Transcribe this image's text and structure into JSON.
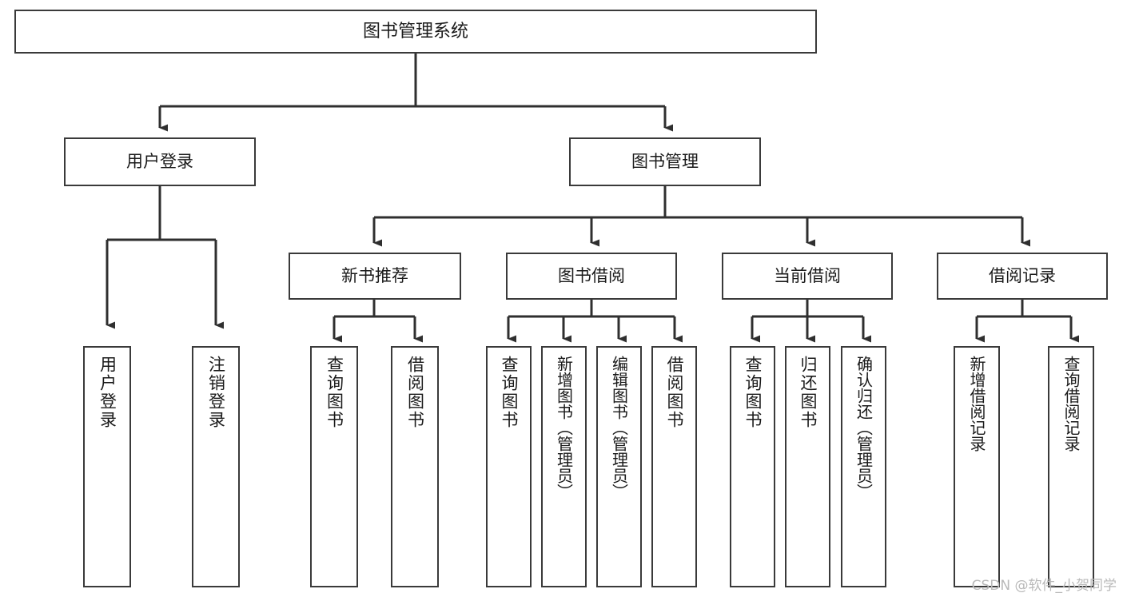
{
  "diagram": {
    "title": "图书管理系统",
    "type": "hierarchy-tree",
    "watermark": "CSDN @软件_小贺同学",
    "colors": {
      "background": "#ffffff",
      "box_border": "#3a3a3a",
      "connector": "#2f2f2f",
      "text": "#1a1a1a",
      "watermark": "#b9b9b9"
    },
    "nodes": {
      "root": {
        "label": "图书管理系统"
      },
      "level1": [
        {
          "label": "用户登录"
        },
        {
          "label": "图书管理"
        }
      ],
      "level2": [
        {
          "label": "新书推荐"
        },
        {
          "label": "图书借阅"
        },
        {
          "label": "当前借阅"
        },
        {
          "label": "借阅记录"
        }
      ],
      "leaves": {
        "user_login": [
          {
            "label": "用户登录"
          },
          {
            "label": "注销登录"
          }
        ],
        "new_book_recommend": [
          {
            "label": "查询图书"
          },
          {
            "label": "借阅图书"
          }
        ],
        "book_borrow": [
          {
            "label": "查询图书"
          },
          {
            "label": "新增图书（管理员）"
          },
          {
            "label": "编辑图书（管理员）"
          },
          {
            "label": "借阅图书"
          }
        ],
        "current_borrow": [
          {
            "label": "查询图书"
          },
          {
            "label": "归还图书"
          },
          {
            "label": "确认归还（管理员）"
          }
        ],
        "borrow_record": [
          {
            "label": "新增借阅记录"
          },
          {
            "label": "查询借阅记录"
          }
        ]
      }
    }
  }
}
